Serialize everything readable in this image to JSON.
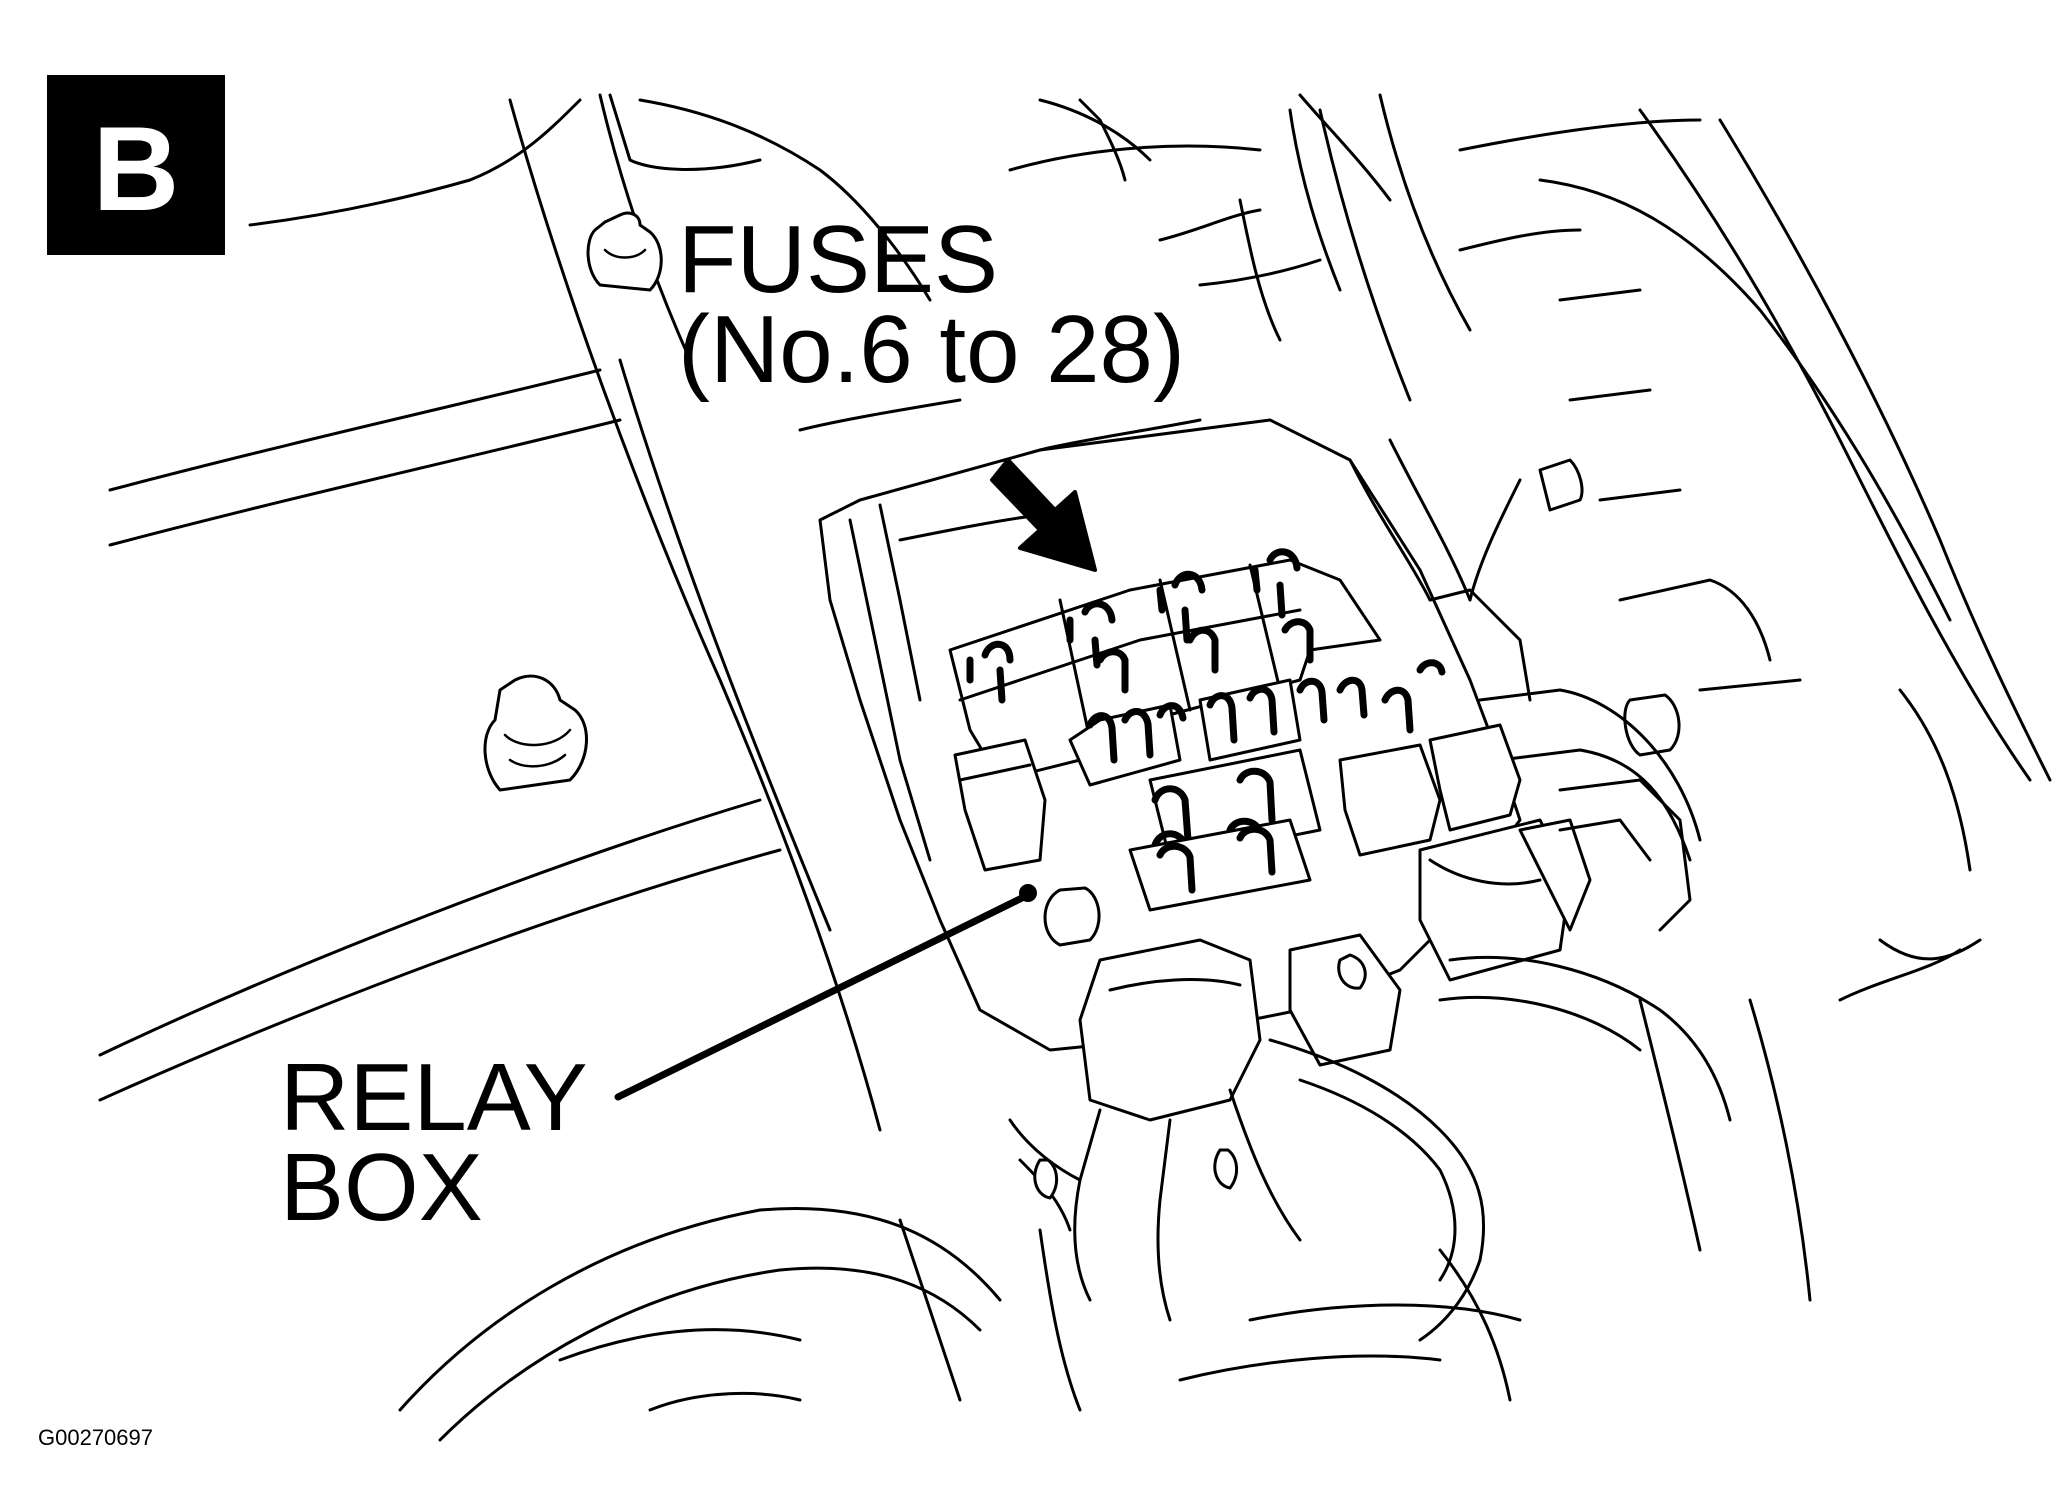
{
  "badge": {
    "letter": "B",
    "background": "#000000",
    "foreground": "#ffffff"
  },
  "callouts": {
    "fuses": {
      "line1": "FUSES",
      "line2": "(No.6 to 28)"
    },
    "relay_box": {
      "line1": "RELAY",
      "line2": "BOX"
    }
  },
  "figure_code": "G00270697",
  "colors": {
    "ink": "#000000",
    "paper": "#ffffff"
  }
}
